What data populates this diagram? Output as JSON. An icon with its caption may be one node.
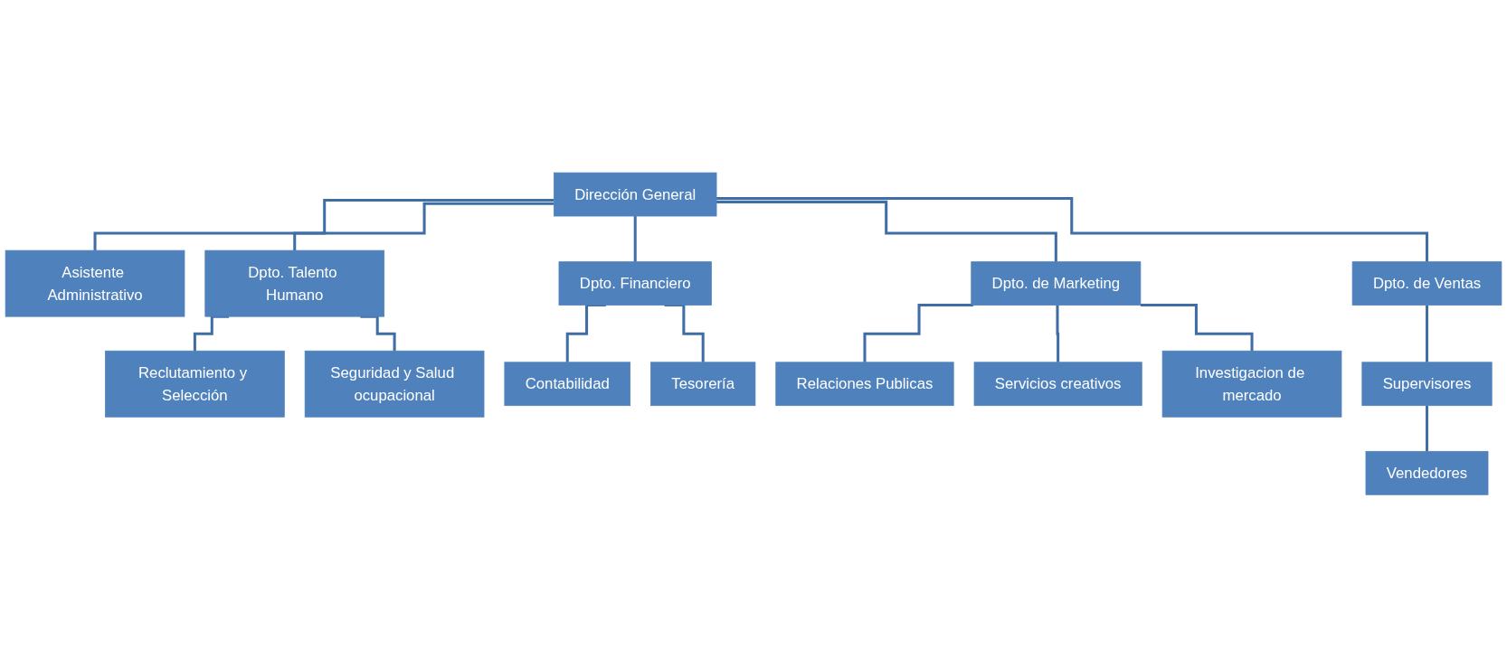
{
  "diagram": {
    "nodes": [
      {
        "text": [
          "Dirección General"
        ]
      },
      {
        "text": [
          "Asistente Administrativo"
        ]
      },
      {
        "text": [
          "Dpto. Talento Humano"
        ]
      },
      {
        "text": [
          "Dpto. Financiero"
        ]
      },
      {
        "text": [
          "Dpto. de Marketing"
        ]
      },
      {
        "text": [
          "Dpto. de Ventas"
        ]
      },
      {
        "text": [
          "Reclutamiento y Selección"
        ]
      },
      {
        "text": [
          "Seguridad y Salud ocupacional"
        ]
      },
      {
        "text": [
          "Contabilidad"
        ]
      },
      {
        "text": [
          "Tesorería"
        ]
      },
      {
        "text": [
          "Relaciones Publicas"
        ]
      },
      {
        "text": [
          "Servicios creativos"
        ]
      },
      {
        "text": [
          "Investigacion de mercado"
        ]
      },
      {
        "text": [
          "Supervisores"
        ]
      },
      {
        "text": [
          "Vendedores"
        ]
      }
    ],
    "edges": [
      {
        "from": 0,
        "to": 1,
        "arrow": "none"
      },
      {
        "from": 0,
        "to": 2,
        "arrow": "none"
      },
      {
        "from": 0,
        "to": 3,
        "arrow": "none"
      },
      {
        "from": 0,
        "to": 4,
        "arrow": "none"
      },
      {
        "from": 0,
        "to": 5,
        "arrow": "none"
      },
      {
        "from": 2,
        "to": 6,
        "arrow": "none"
      },
      {
        "from": 2,
        "to": 7,
        "arrow": "none"
      },
      {
        "from": 3,
        "to": 8,
        "arrow": "none"
      },
      {
        "from": 3,
        "to": 9,
        "arrow": "none"
      },
      {
        "from": 4,
        "to": 10,
        "arrow": "none"
      },
      {
        "from": 4,
        "to": 11,
        "arrow": "none"
      },
      {
        "from": 4,
        "to": 12,
        "arrow": "none"
      },
      {
        "from": 5,
        "to": 13,
        "arrow": "none"
      },
      {
        "from": 13,
        "to": 14,
        "arrow": "none"
      }
    ]
  }
}
